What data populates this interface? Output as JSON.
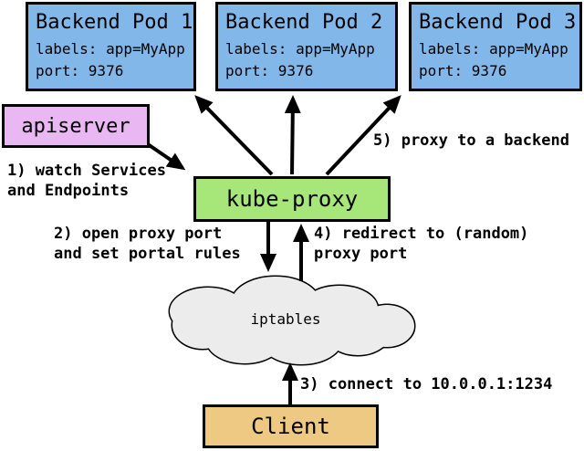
{
  "pods": [
    {
      "title": "Backend Pod 1",
      "labels": "labels: app=MyApp",
      "port": "port: 9376"
    },
    {
      "title": "Backend Pod 2",
      "labels": "labels: app=MyApp",
      "port": "port: 9376"
    },
    {
      "title": "Backend Pod 3",
      "labels": "labels: app=MyApp",
      "port": "port: 9376"
    }
  ],
  "apiserver": {
    "label": "apiserver"
  },
  "kube_proxy": {
    "label": "kube-proxy"
  },
  "iptables": {
    "label": "iptables"
  },
  "client": {
    "label": "Client"
  },
  "annotations": {
    "step1": "1) watch Services\nand Endpoints",
    "step2": "2) open proxy port\nand set portal rules",
    "step3": "3) connect to 10.0.0.1:1234",
    "step4": "4) redirect to (random)\nproxy port",
    "step5": "5) proxy to a backend"
  },
  "colors": {
    "pod_fill": "#82b7e9",
    "apiserver_fill": "#e9b7f2",
    "kube_proxy_fill": "#a7e77a",
    "client_fill": "#edc983",
    "cloud_fill": "#ececec",
    "outline": "#000000",
    "background": "#ffffff"
  }
}
